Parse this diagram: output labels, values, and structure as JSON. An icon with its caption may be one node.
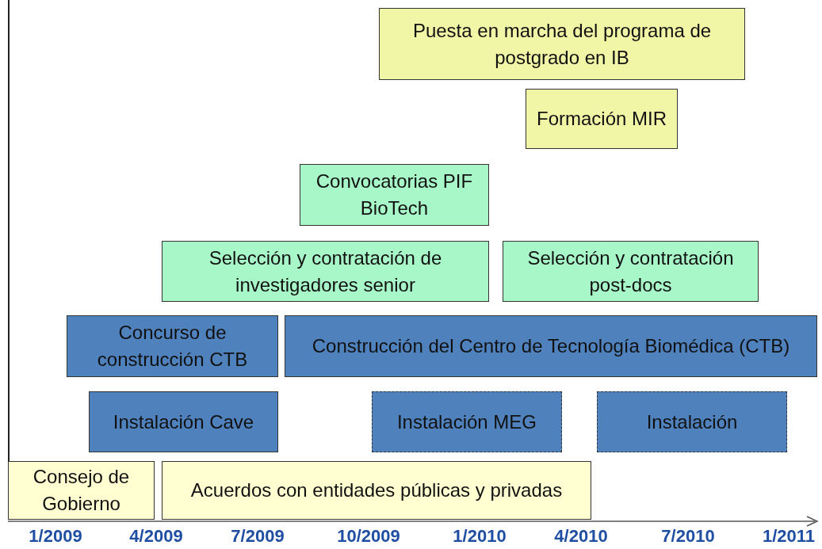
{
  "diagram": {
    "nodes": [
      {
        "text": [
          "Puesta en marcha del programa de postgrado en IB"
        ]
      },
      {
        "text": [
          "Formación MIR"
        ]
      },
      {
        "text": [
          "Convocatorias PIF BioTech"
        ]
      },
      {
        "text": [
          "Selección y contratación de investigadores senior"
        ]
      },
      {
        "text": [
          "Selección y contratación post-docs"
        ]
      },
      {
        "text": [
          "Concurso de construcción CTB"
        ]
      },
      {
        "text": [
          "Construcción del Centro de Tecnología Biomédica (CTB)"
        ]
      },
      {
        "text": [
          "Instalación Cave"
        ]
      },
      {
        "text": [
          "Instalación MEG"
        ]
      },
      {
        "text": [
          "Instalación"
        ]
      },
      {
        "text": [
          "Consejo de Gobierno"
        ]
      },
      {
        "text": [
          "Acuerdos con entidades públicas y privadas"
        ]
      }
    ],
    "labels": [
      "1/2009",
      "4/2009",
      "7/2009",
      "10/2009",
      "1/2010",
      "4/2010",
      "7/2010",
      "1/2011"
    ]
  }
}
